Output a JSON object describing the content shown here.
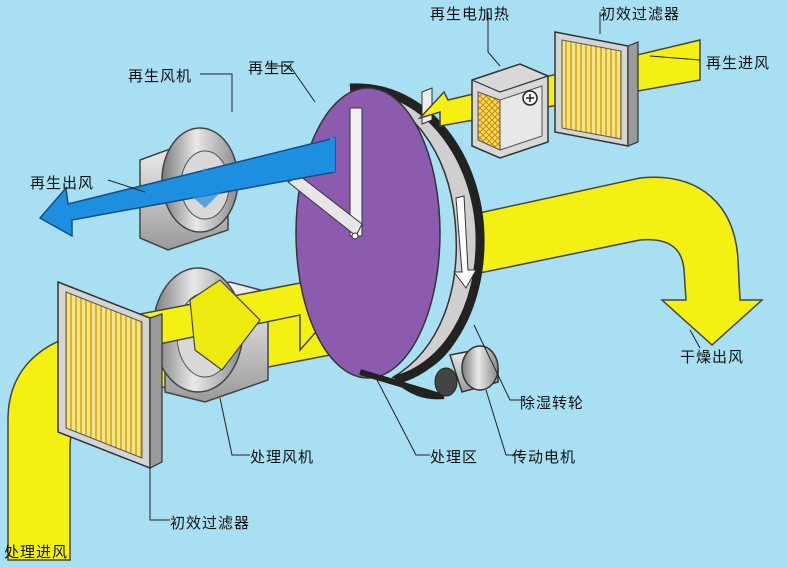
{
  "labels": {
    "regen_heater": "再生电加热",
    "regen_prefilter": "初效过滤器",
    "regen_intake": "再生进风",
    "regen_fan": "再生风机",
    "regen_zone": "再生区",
    "regen_outlet": "再生出风",
    "dry_outlet": "干燥出风",
    "desiccant_wheel": "除湿转轮",
    "process_fan": "处理风机",
    "process_zone": "处理区",
    "drive_motor": "传动电机",
    "process_prefilter": "初效过滤器",
    "process_intake": "处理进风"
  },
  "colors": {
    "background": "#a8dff2",
    "process_air": "#f3f012",
    "regen_air": "#1e8fe0",
    "wheel": "#8c5bb0",
    "filter": "#f5dc5a"
  },
  "icons": {
    "heater_symbol": "plus-circle-icon"
  }
}
